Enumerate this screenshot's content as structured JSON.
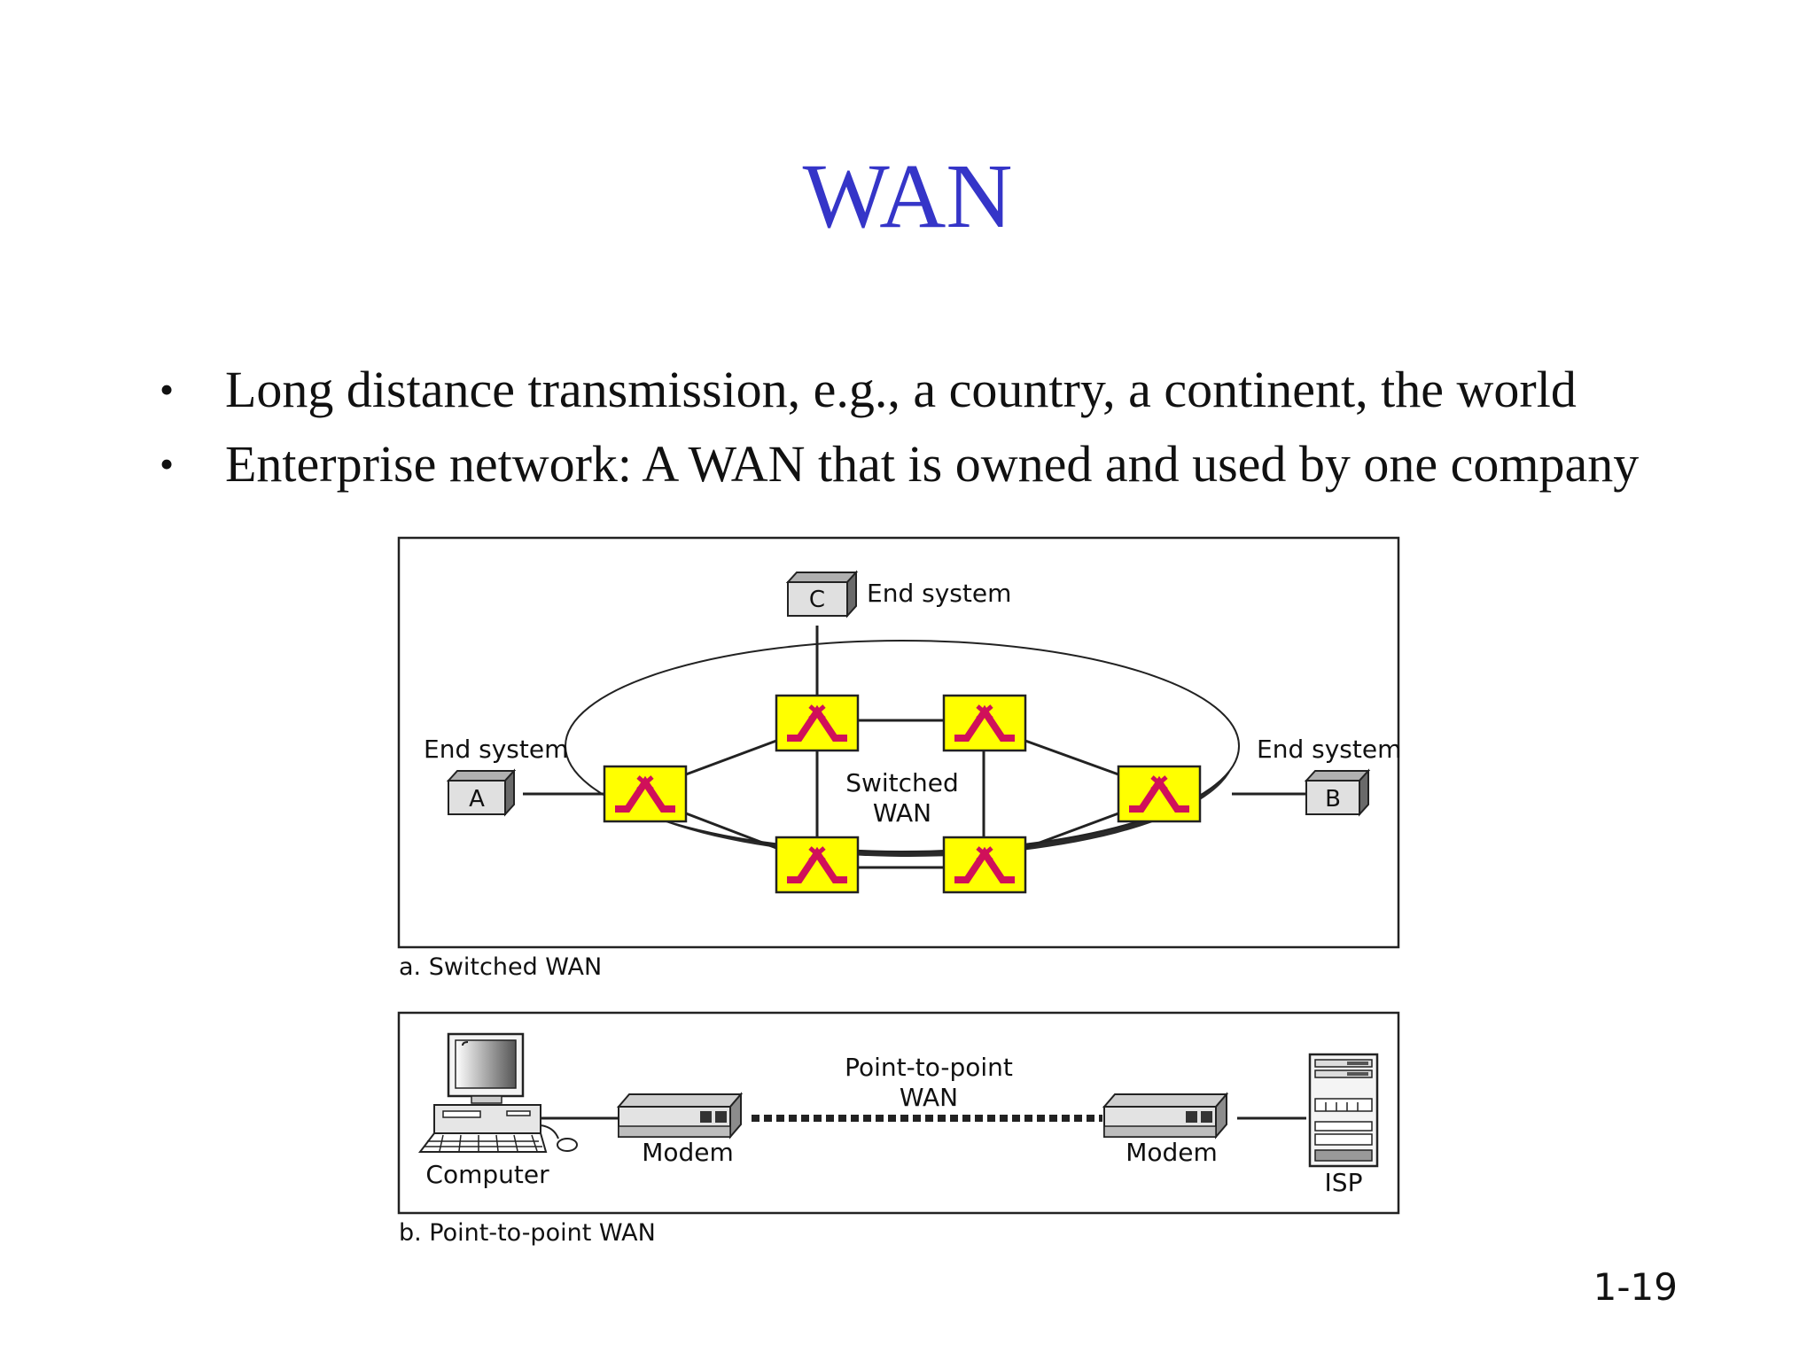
{
  "slide": {
    "title": "WAN",
    "bullets": [
      "Long distance transmission, e.g., a country, a continent, the world",
      "Enterprise network: A WAN that is owned and used by one company"
    ],
    "page_number": "1-19"
  },
  "figure_a": {
    "caption": "a. Switched WAN",
    "cloud_label_line1": "Switched",
    "cloud_label_line2": "WAN",
    "end_systems": [
      {
        "letter": "C",
        "label": "End system"
      },
      {
        "letter": "A",
        "label": "End system"
      },
      {
        "letter": "B",
        "label": "End system"
      }
    ],
    "switch_icon": "wan-switch-icon",
    "switch_fill": "#ffff00",
    "switch_symbol_color": "#d0105a"
  },
  "figure_b": {
    "caption": "b. Point-to-point WAN",
    "link_label_line1": "Point-to-point",
    "link_label_line2": "WAN",
    "computer_label": "Computer",
    "modem_left_label": "Modem",
    "modem_right_label": "Modem",
    "isp_label": "ISP"
  }
}
